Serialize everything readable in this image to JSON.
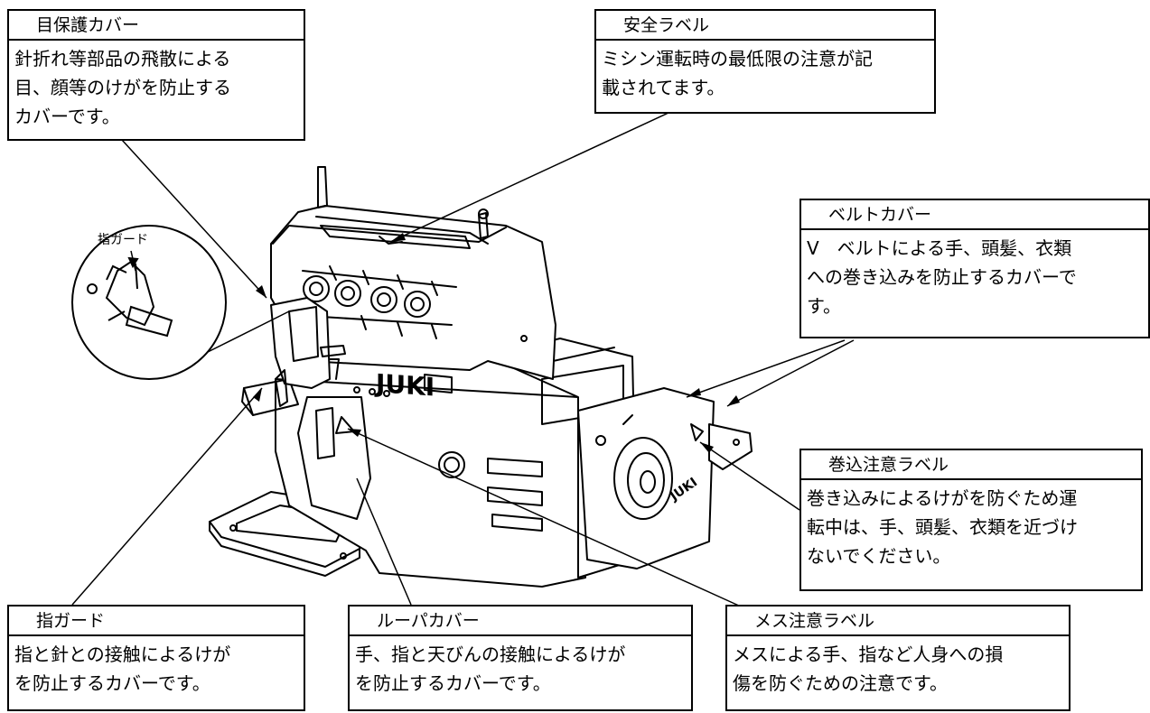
{
  "callouts": {
    "eye_guard": {
      "title": "目保護カバー",
      "body": "針折れ等部品の飛散による\n目、顔等のけがを防止する\nカバーです。"
    },
    "safety_label": {
      "title": "安全ラベル",
      "body": "ミシン運転時の最低限の注意が記\n載されてます。"
    },
    "belt_cover": {
      "title": "ベルトカバー",
      "body": "V　ベルトによる手、頭髪、衣類\nへの巻き込みを防止するカバーで\nす。"
    },
    "winding_caution": {
      "title": "巻込注意ラベル",
      "body": "巻き込みによるけがを防ぐため運\n転中は、手、頭髪、衣類を近づけ\nないでください。"
    },
    "finger_guard": {
      "title": "指ガード",
      "body": "指と針との接触によるけが\nを防止するカバーです。"
    },
    "looper_cover": {
      "title": "ルーパカバー",
      "body": "手、指と天びんの接触によるけが\nを防止するカバーです。"
    },
    "knife_caution": {
      "title": "メス注意ラベル",
      "body": "メスによる手、指など人身への損\n傷を防ぐための注意です。"
    }
  },
  "inset_label": "指ガード",
  "brand_logo": "JUKI",
  "brand_logo_side": "JUKI"
}
